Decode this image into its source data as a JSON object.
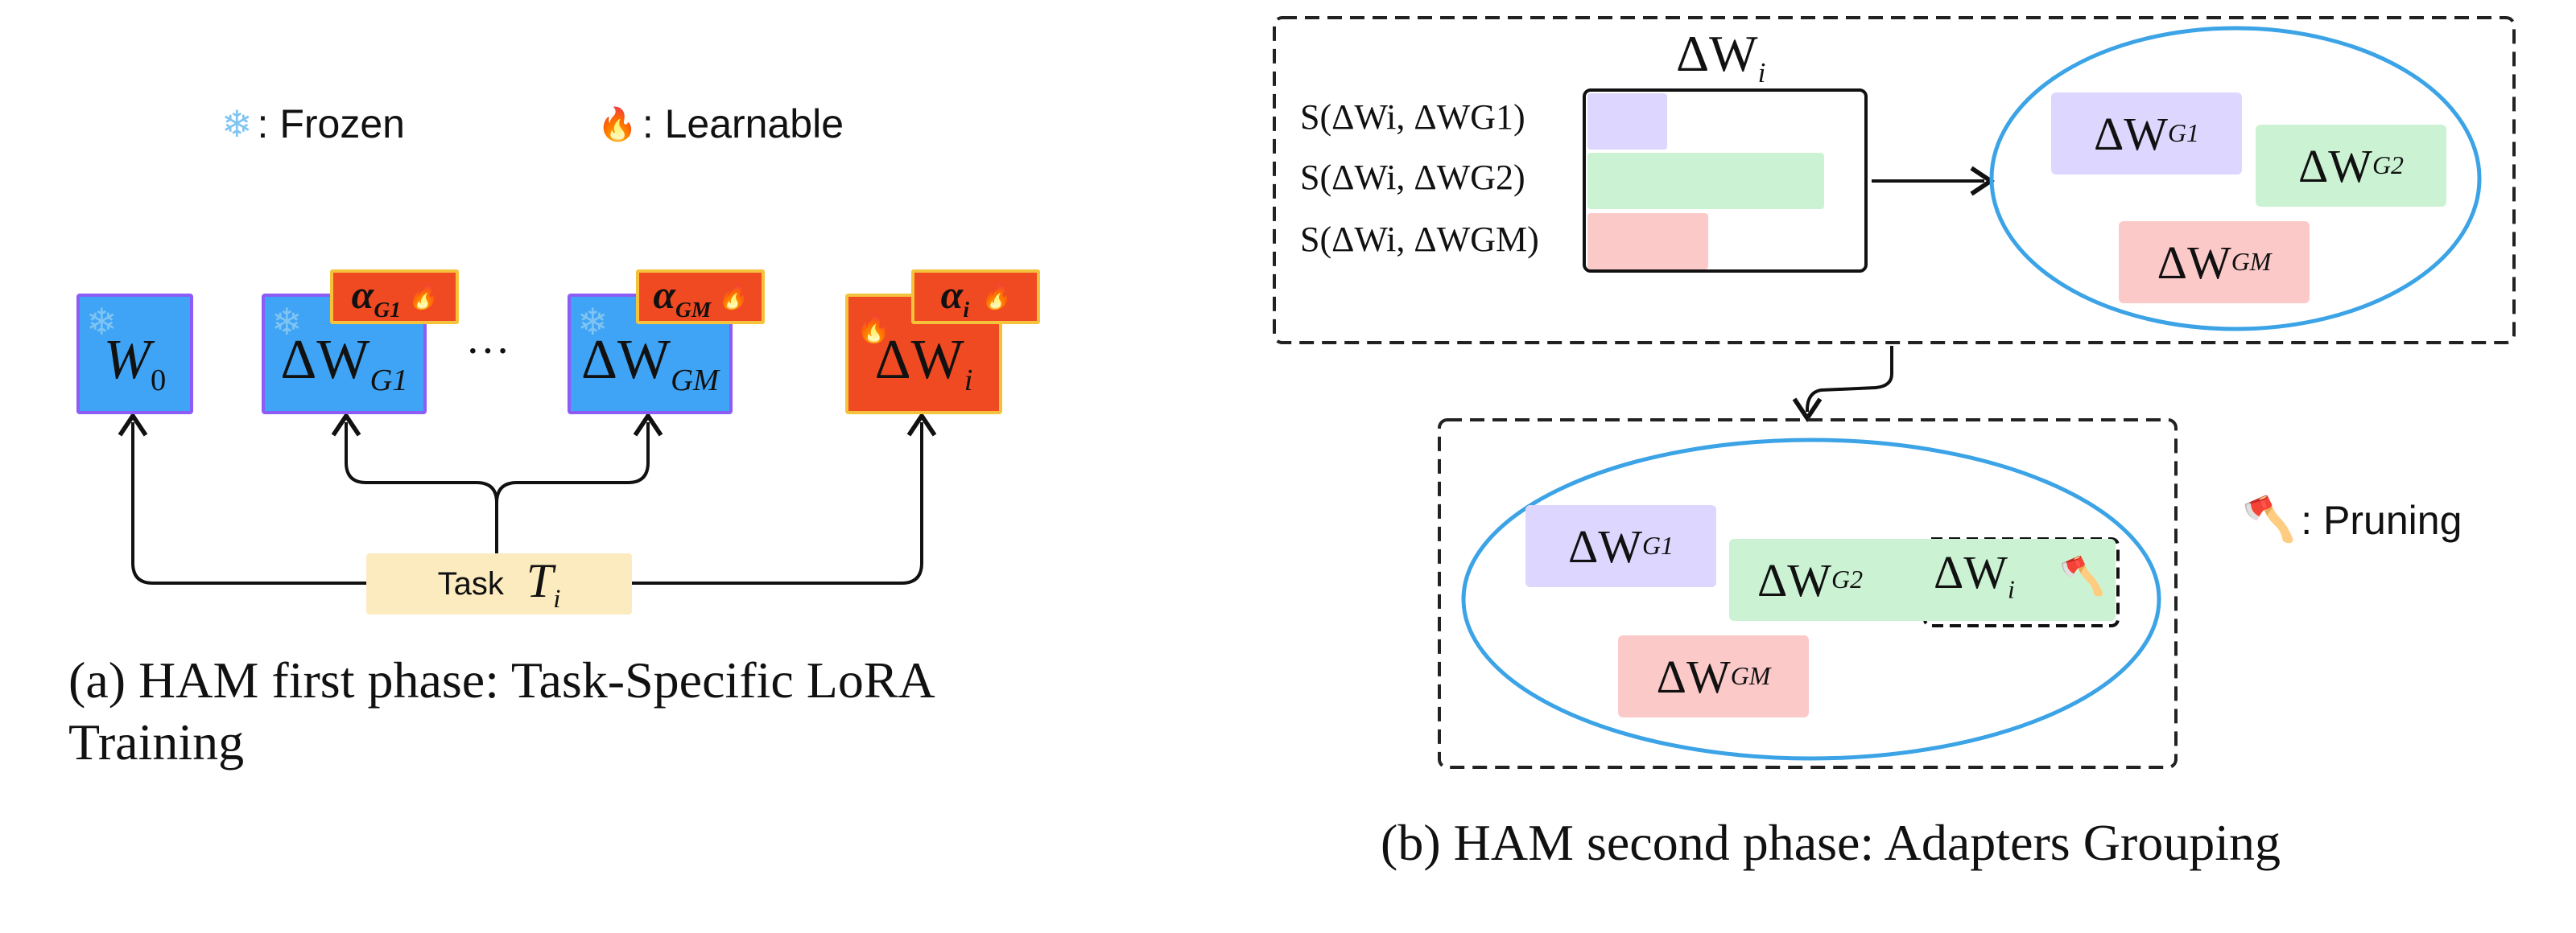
{
  "legend": {
    "frozen_icon": "❄",
    "frozen_label": ": Frozen",
    "learnable_icon": "🔥",
    "learnable_label": ": Learnable",
    "pruning_icon": "🪓",
    "pruning_label": ": Pruning"
  },
  "phase1": {
    "w0": "W",
    "w0_sub": "0",
    "delta_g1": "ΔW",
    "delta_g1_sub": "G1",
    "delta_gm": "ΔW",
    "delta_gm_sub": "GM",
    "delta_i": "ΔW",
    "delta_i_sub": "i",
    "alpha_g1": "α",
    "alpha_g1_sub": "G1",
    "alpha_gm": "α",
    "alpha_gm_sub": "GM",
    "alpha_i": "α",
    "alpha_i_sub": "i",
    "ellipsis": "···",
    "task_word": "Task",
    "task_var": "T",
    "task_sub": "i",
    "caption_line1": "(a) HAM first phase: Task-Specific LoRA",
    "caption_line2": "Training"
  },
  "phase2": {
    "top_title": "ΔW",
    "top_title_sub": "i",
    "sim1": "S(ΔWi, ΔWG1)",
    "sim2": "S(ΔWi, ΔWG2)",
    "simM": "S(ΔWi, ΔWGM)",
    "bar_values": [
      0.33,
      0.98,
      0.5
    ],
    "group_g1": "ΔW",
    "group_g1_sub": "G1",
    "group_g2": "ΔW",
    "group_g2_sub": "G2",
    "group_gm": "ΔW",
    "group_gm_sub": "GM",
    "pruned": "ΔW",
    "pruned_sub": "i",
    "caption": "(b) HAM second phase: Adapters Grouping"
  },
  "colors": {
    "frozen_blue": "#3fa4f5",
    "frozen_border": "#8b5cf6",
    "learnable_red": "#f04a23",
    "learnable_border": "#f5c33b",
    "group_purple": "#ddd6fe",
    "group_green": "#cbf3d3",
    "group_pink": "#fcc9c9",
    "ellipse_blue": "#3ba3e6",
    "task_bg": "#fcebbf"
  }
}
